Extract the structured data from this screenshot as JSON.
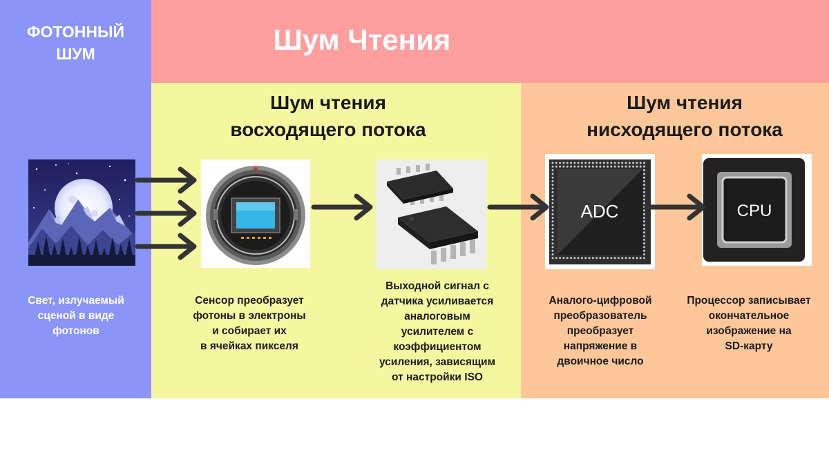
{
  "photon": {
    "title_line1": "ФОТОННЫЙ",
    "title_line2": "ШУМ",
    "description": [
      "Свет, излучаемый",
      "сценой в виде",
      "фотонов"
    ]
  },
  "read_noise": {
    "title": "Шум Чтения"
  },
  "upstream": {
    "title_line1": "Шум чтения",
    "title_line2": "восходящего потока"
  },
  "downstream": {
    "title_line1": "Шум чтения",
    "title_line2": "нисходящего потока"
  },
  "steps": {
    "sensor": [
      "Сенсор преобразует",
      "фотоны в электроны",
      "и собирает их",
      "в ячейках пикселя"
    ],
    "amplifier": [
      "Выходной сигнал с",
      "датчика усиливается",
      "аналоговым",
      "усилителем с",
      "коэффициентом",
      "усиления, зависящим",
      "от настройки ISO"
    ],
    "adc": [
      "Аналого-цифровой",
      "преобразователь",
      "преобразует",
      "напряжение в",
      "двоичное число"
    ],
    "cpu": [
      "Процессор записывает",
      "окончательное",
      "изображение на",
      "SD-карту"
    ]
  },
  "chips": {
    "adc_label": "ADC",
    "cpu_label": "CPU"
  },
  "icons": {
    "night_scene": "moon-mountains-icon",
    "sensor": "camera-sensor-icon",
    "amplifier": "amplifier-chip-icon",
    "adc": "adc-chip-icon",
    "cpu": "cpu-chip-icon",
    "arrow": "arrow-right-icon"
  },
  "colors": {
    "photon_panel": "#8a95f7",
    "read_header": "#ff9e9e",
    "upstream_panel": "#f4f7a0",
    "downstream_panel": "#fdc79a",
    "arrow": "#333333"
  }
}
